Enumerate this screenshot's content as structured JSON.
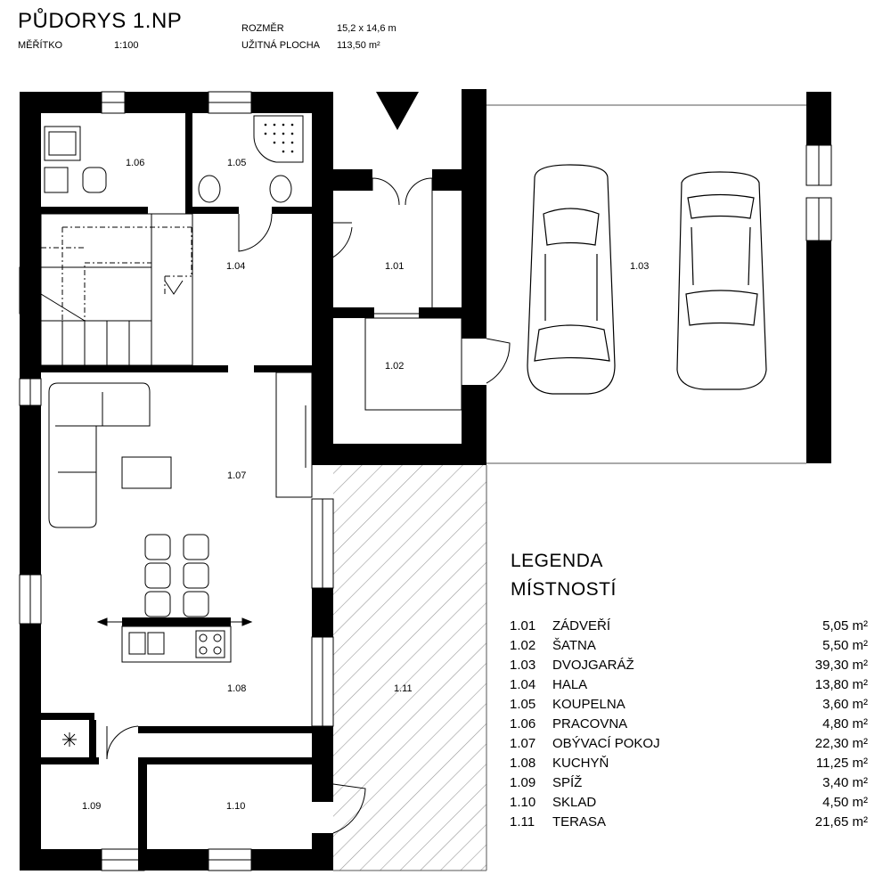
{
  "header": {
    "title": "PŮDORYS 1.NP",
    "scale_label": "MĚŘÍTKO",
    "scale_value": "1:100",
    "size_label": "ROZMĚR",
    "size_value": "15,2 x 14,6 m",
    "area_label": "UŽITNÁ PLOCHA",
    "area_value": "113,50 m²"
  },
  "legend": {
    "title_line1": "LEGENDA",
    "title_line2": "MÍSTNOSTÍ",
    "rooms": [
      {
        "number": "1.01",
        "name": "ZÁDVEŘÍ",
        "area": "5,05 m²"
      },
      {
        "number": "1.02",
        "name": "ŠATNA",
        "area": "5,50 m²"
      },
      {
        "number": "1.03",
        "name": "DVOJGARÁŽ",
        "area": "39,30 m²"
      },
      {
        "number": "1.04",
        "name": "HALA",
        "area": "13,80 m²"
      },
      {
        "number": "1.05",
        "name": "KOUPELNA",
        "area": "3,60 m²"
      },
      {
        "number": "1.06",
        "name": "PRACOVNA",
        "area": "4,80 m²"
      },
      {
        "number": "1.07",
        "name": "OBÝVACÍ POKOJ",
        "area": "22,30 m²"
      },
      {
        "number": "1.08",
        "name": "KUCHYŇ",
        "area": "11,25 m²"
      },
      {
        "number": "1.09",
        "name": "SPÍŽ",
        "area": "3,40 m²"
      },
      {
        "number": "1.10",
        "name": "SKLAD",
        "area": "4,50 m²"
      },
      {
        "number": "1.11",
        "name": "TERASA",
        "area": "21,65 m²"
      }
    ]
  },
  "plan": {
    "room_labels": {
      "r101": "1.01",
      "r102": "1.02",
      "r103": "1.03",
      "r104": "1.04",
      "r105": "1.05",
      "r106": "1.06",
      "r107": "1.07",
      "r108": "1.08",
      "r109": "1.09",
      "r110": "1.10",
      "r111": "1.11"
    },
    "colors": {
      "wall": "#000000",
      "line": "#333333",
      "hatch": "#999999"
    }
  }
}
